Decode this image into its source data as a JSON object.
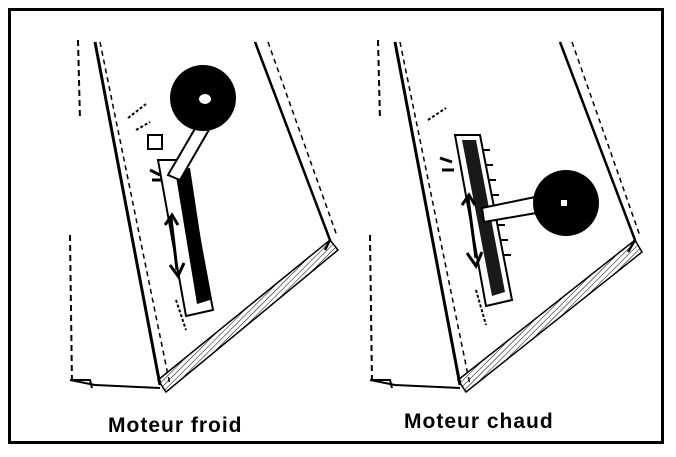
{
  "panels": [
    {
      "caption": "Moteur froid",
      "state": "cold"
    },
    {
      "caption": "Moteur chaud",
      "state": "hot"
    }
  ],
  "colors": {
    "ink": "#000000",
    "paper": "#ffffff",
    "border": "#000000"
  }
}
